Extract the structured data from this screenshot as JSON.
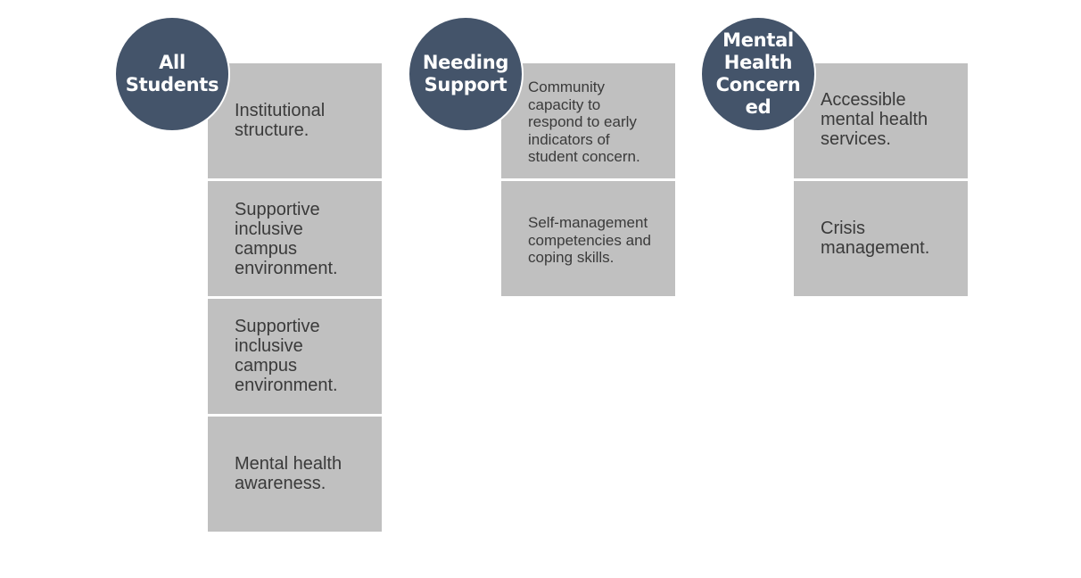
{
  "colors": {
    "circle_fill": "#44546a",
    "box_fill": "#c0c0c0",
    "box_text": "#3a3a3a",
    "circle_text": "#ffffff"
  },
  "columns": [
    {
      "title": "All\nStudents",
      "items": [
        "Institutional\nstructure.",
        "Supportive\ninclusive\ncampus\nenvironment.",
        "Supportive\ninclusive\ncampus\nenvironment.",
        "Mental health\nawareness."
      ]
    },
    {
      "title": "Needing\nSupport",
      "items": [
        "Community\ncapacity to\nrespond to early\nindicators of\nstudent concern.",
        "Self-management\ncompetencies and\ncoping skills."
      ]
    },
    {
      "title": "Mental\nHealth\nConcern\ned",
      "items": [
        "Accessible\nmental health\nservices.",
        "Crisis\nmanagement."
      ]
    }
  ]
}
